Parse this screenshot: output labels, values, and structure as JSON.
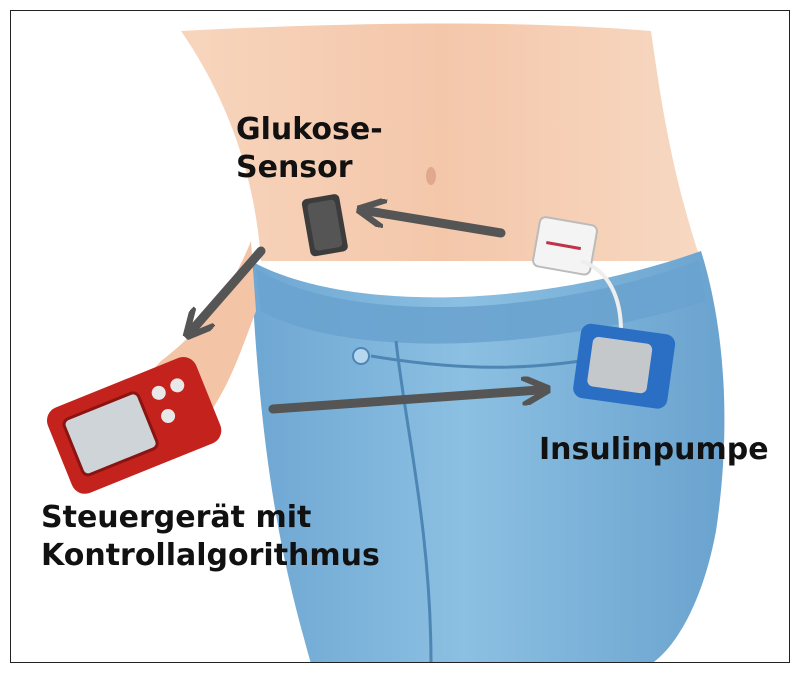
{
  "labels": {
    "sensor_line1": "Glukose-",
    "sensor_line2": "Sensor",
    "pump": "Insulinpumpe",
    "controller_line1": "Steuergerät mit",
    "controller_line2": "Kontrollalgorithmus"
  },
  "colors": {
    "skin": "#f2c2a4",
    "skin_shadow": "#e3a68a",
    "jeans": "#7fb4d9",
    "jeans_dark": "#5d95c2",
    "controller": "#c4231d",
    "pump": "#2b6fc4",
    "sensor": "#3c3c3c",
    "arrow": "#555555"
  },
  "icons": [
    "sensor-icon",
    "insulin-pump-icon",
    "controller-device-icon",
    "infusion-patch-icon"
  ]
}
